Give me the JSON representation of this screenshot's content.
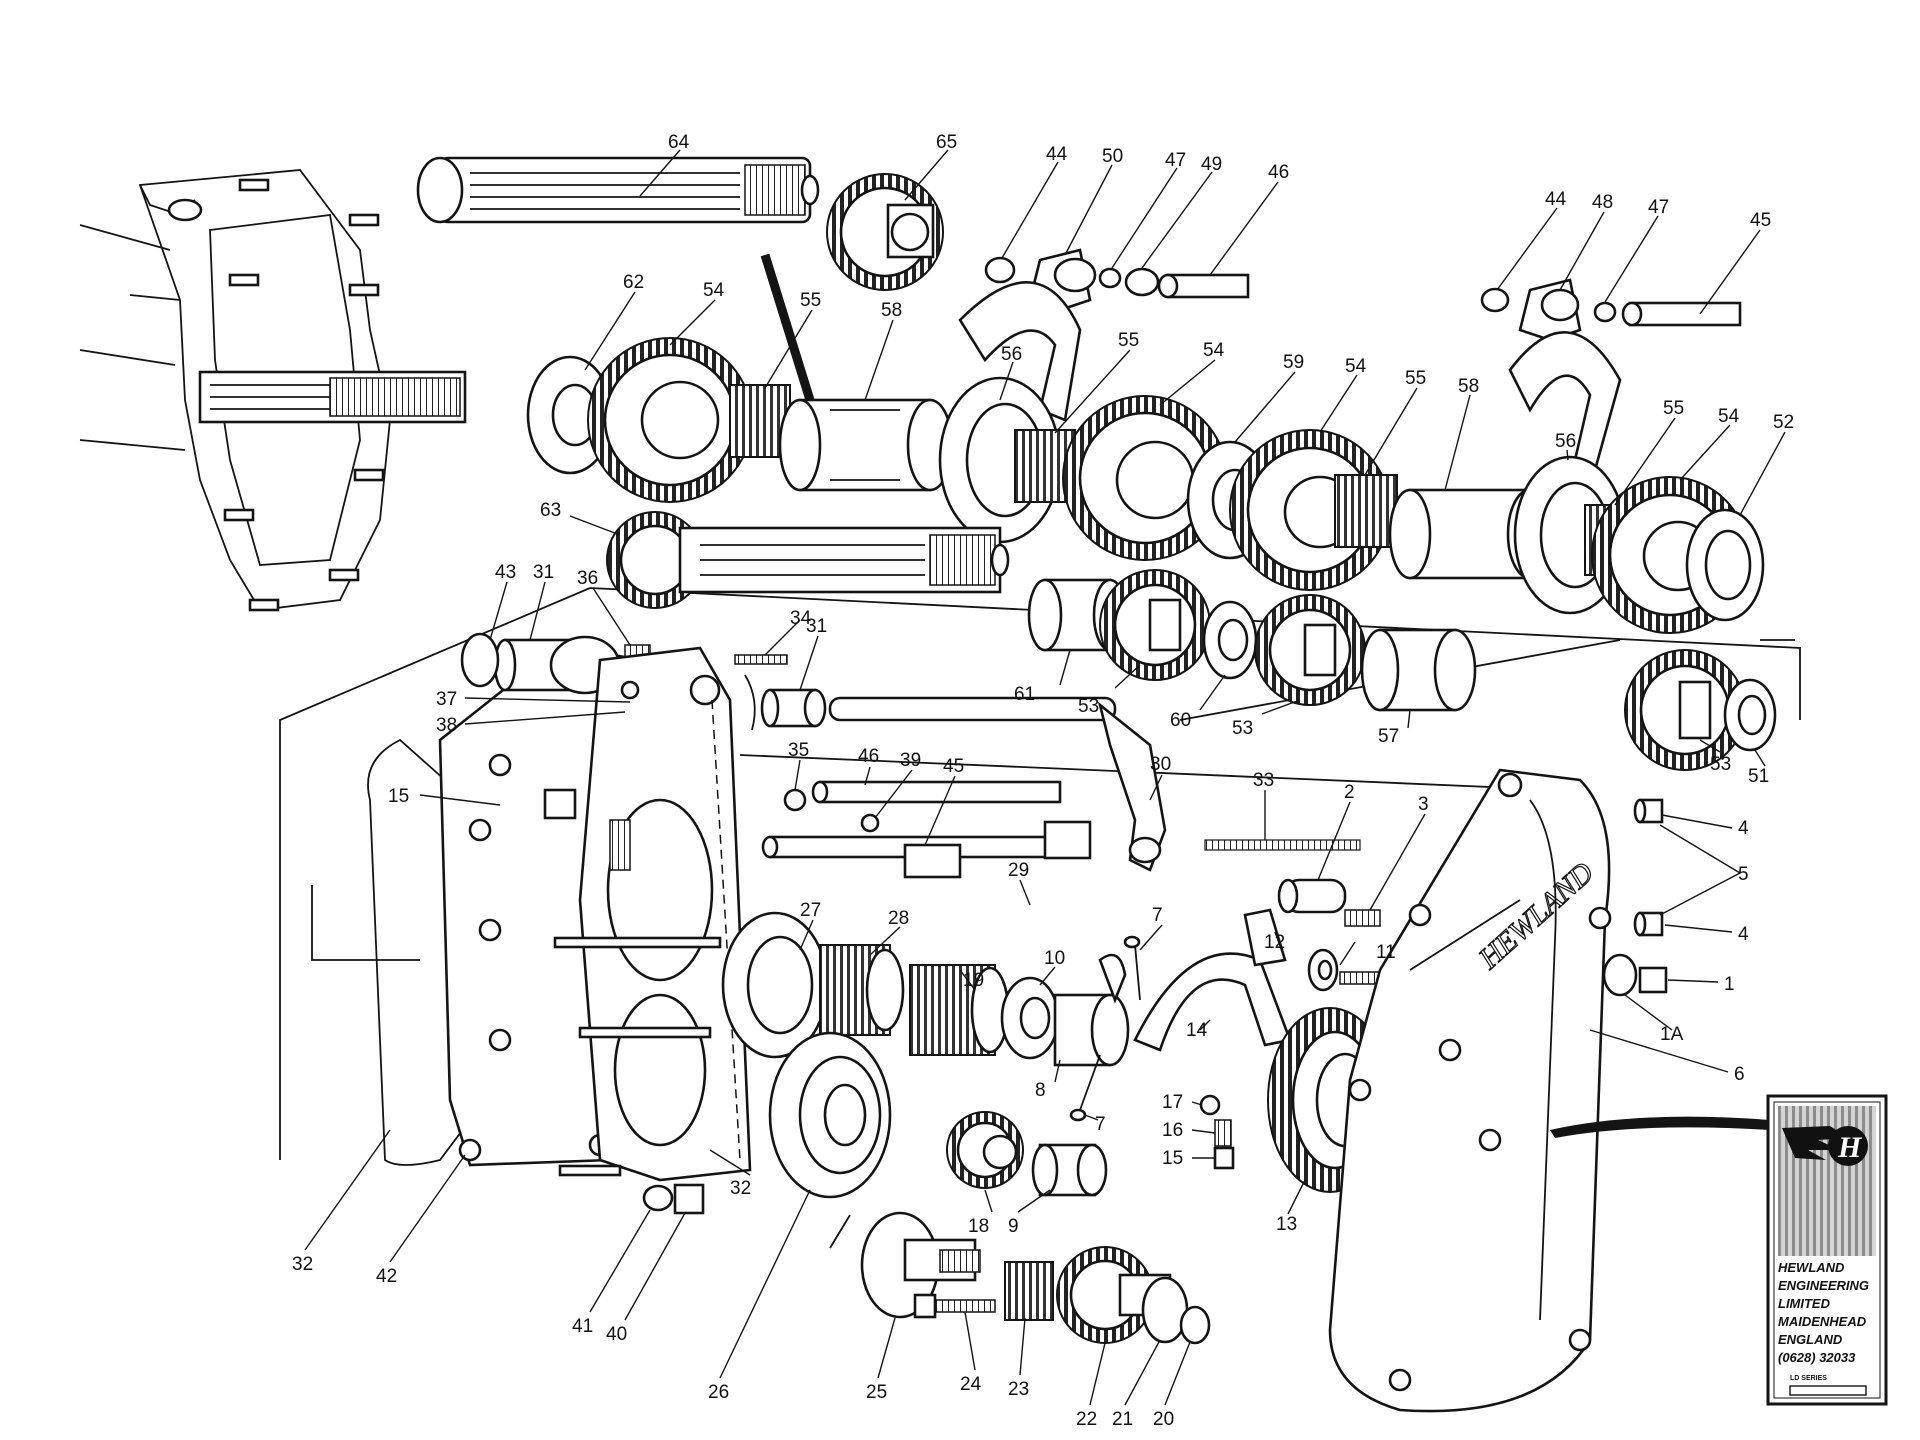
{
  "diagram": {
    "callouts": [
      {
        "id": "c64",
        "label": "64"
      },
      {
        "id": "c65",
        "label": "65"
      },
      {
        "id": "c44a",
        "label": "44"
      },
      {
        "id": "c50",
        "label": "50"
      },
      {
        "id": "c47a",
        "label": "47"
      },
      {
        "id": "c49",
        "label": "49"
      },
      {
        "id": "c46a",
        "label": "46"
      },
      {
        "id": "c44b",
        "label": "44"
      },
      {
        "id": "c48",
        "label": "48"
      },
      {
        "id": "c47b",
        "label": "47"
      },
      {
        "id": "c45a",
        "label": "45"
      },
      {
        "id": "c62",
        "label": "62"
      },
      {
        "id": "c54a",
        "label": "54"
      },
      {
        "id": "c55a",
        "label": "55"
      },
      {
        "id": "c58a",
        "label": "58"
      },
      {
        "id": "c56a",
        "label": "56"
      },
      {
        "id": "c55b",
        "label": "55"
      },
      {
        "id": "c54b",
        "label": "54"
      },
      {
        "id": "c59",
        "label": "59"
      },
      {
        "id": "c54c",
        "label": "54"
      },
      {
        "id": "c55c",
        "label": "55"
      },
      {
        "id": "c58b",
        "label": "58"
      },
      {
        "id": "c56b",
        "label": "56"
      },
      {
        "id": "c55d",
        "label": "55"
      },
      {
        "id": "c54d",
        "label": "54"
      },
      {
        "id": "c52",
        "label": "52"
      },
      {
        "id": "c63",
        "label": "63"
      },
      {
        "id": "c43",
        "label": "43"
      },
      {
        "id": "c31a",
        "label": "31"
      },
      {
        "id": "c36",
        "label": "36"
      },
      {
        "id": "c34",
        "label": "34"
      },
      {
        "id": "c31b",
        "label": "31"
      },
      {
        "id": "c37",
        "label": "37"
      },
      {
        "id": "c38",
        "label": "38"
      },
      {
        "id": "c61",
        "label": "61"
      },
      {
        "id": "c53a",
        "label": "53"
      },
      {
        "id": "c60",
        "label": "60"
      },
      {
        "id": "c53b",
        "label": "53"
      },
      {
        "id": "c57",
        "label": "57"
      },
      {
        "id": "c53c",
        "label": "53"
      },
      {
        "id": "c51",
        "label": "51"
      },
      {
        "id": "c35",
        "label": "35"
      },
      {
        "id": "c46b",
        "label": "46"
      },
      {
        "id": "c39",
        "label": "39"
      },
      {
        "id": "c45b",
        "label": "45"
      },
      {
        "id": "c30",
        "label": "30"
      },
      {
        "id": "c33",
        "label": "33"
      },
      {
        "id": "c2",
        "label": "2"
      },
      {
        "id": "c3",
        "label": "3"
      },
      {
        "id": "c4a",
        "label": "4"
      },
      {
        "id": "c5",
        "label": "5"
      },
      {
        "id": "c4b",
        "label": "4"
      },
      {
        "id": "c15a",
        "label": "15"
      },
      {
        "id": "c29",
        "label": "29"
      },
      {
        "id": "c27",
        "label": "27"
      },
      {
        "id": "c28",
        "label": "28"
      },
      {
        "id": "c19",
        "label": "19"
      },
      {
        "id": "c10",
        "label": "10"
      },
      {
        "id": "c7a",
        "label": "7"
      },
      {
        "id": "c12",
        "label": "12"
      },
      {
        "id": "c11",
        "label": "11"
      },
      {
        "id": "c1",
        "label": "1"
      },
      {
        "id": "c1A",
        "label": "1A"
      },
      {
        "id": "c14",
        "label": "14"
      },
      {
        "id": "c8",
        "label": "8"
      },
      {
        "id": "c6",
        "label": "6"
      },
      {
        "id": "c7b",
        "label": "7"
      },
      {
        "id": "c17",
        "label": "17"
      },
      {
        "id": "c16",
        "label": "16"
      },
      {
        "id": "c15b",
        "label": "15"
      },
      {
        "id": "c13",
        "label": "13"
      },
      {
        "id": "c18",
        "label": "18"
      },
      {
        "id": "c9",
        "label": "9"
      },
      {
        "id": "c32a",
        "label": "32"
      },
      {
        "id": "c42",
        "label": "42"
      },
      {
        "id": "c32b",
        "label": "32"
      },
      {
        "id": "c41",
        "label": "41"
      },
      {
        "id": "c40",
        "label": "40"
      },
      {
        "id": "c26",
        "label": "26"
      },
      {
        "id": "c25",
        "label": "25"
      },
      {
        "id": "c24",
        "label": "24"
      },
      {
        "id": "c23",
        "label": "23"
      },
      {
        "id": "c22",
        "label": "22"
      },
      {
        "id": "c21",
        "label": "21"
      },
      {
        "id": "c20",
        "label": "20"
      }
    ]
  },
  "nameplate": {
    "emblem_letter": "H",
    "lines": [
      "HEWLAND",
      "ENGINEERING",
      "LIMITED",
      "MAIDENHEAD",
      "ENGLAND",
      "(0628) 32033"
    ],
    "series": "LD SERIES"
  },
  "casting_text": "HEWLAND"
}
